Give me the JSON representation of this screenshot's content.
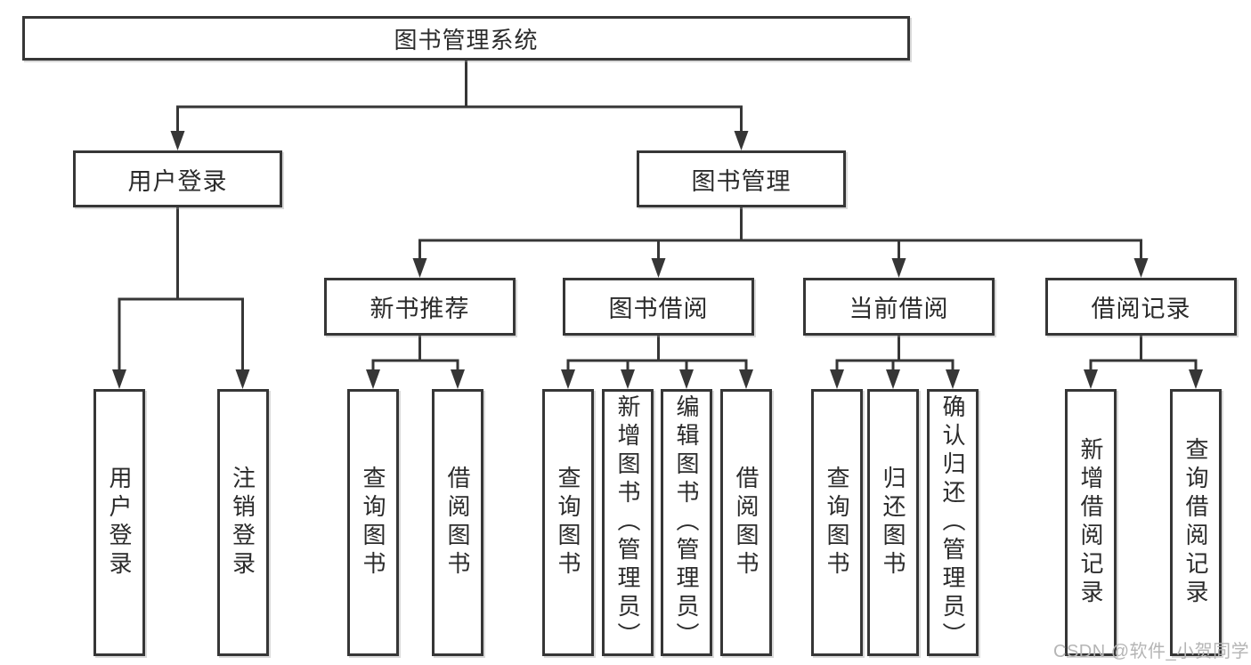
{
  "colors": {
    "line": "#363636",
    "box_border": "#363636",
    "box_bg": "#ffffff",
    "text": "#2b2b2b",
    "watermark": "#b5b5b5"
  },
  "diagram": {
    "root": {
      "label": "图书管理系统"
    },
    "branches": [
      {
        "label": "用户登录",
        "children": [
          {
            "label": "用户登录"
          },
          {
            "label": "注销登录"
          }
        ]
      },
      {
        "label": "图书管理",
        "children": [
          {
            "label": "新书推荐",
            "children": [
              {
                "label": "查询图书"
              },
              {
                "label": "借阅图书"
              }
            ]
          },
          {
            "label": "图书借阅",
            "children": [
              {
                "label": "查询图书"
              },
              {
                "label": "新增图书（管理员）"
              },
              {
                "label": "编辑图书（管理员）"
              },
              {
                "label": "借阅图书"
              }
            ]
          },
          {
            "label": "当前借阅",
            "children": [
              {
                "label": "查询图书"
              },
              {
                "label": "归还图书"
              },
              {
                "label": "确认归还（管理员）"
              }
            ]
          },
          {
            "label": "借阅记录",
            "children": [
              {
                "label": "新增借阅记录"
              },
              {
                "label": "查询借阅记录"
              }
            ]
          }
        ]
      }
    ]
  },
  "watermark": {
    "text": "CSDN @软件_小贺同学"
  }
}
